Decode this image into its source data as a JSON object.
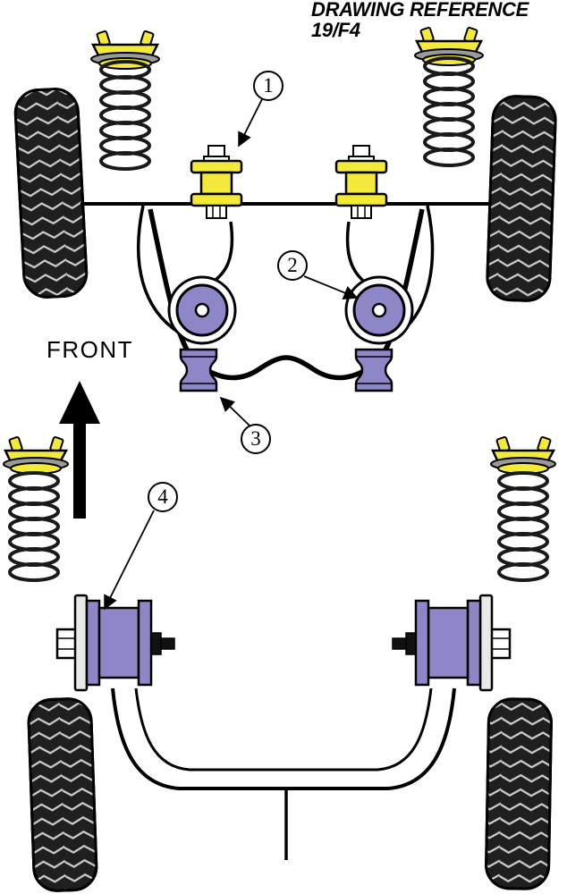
{
  "title": {
    "line1": "DRAWING REFERENCE",
    "line2": "19/F4"
  },
  "labels": {
    "front": "FRONT"
  },
  "callouts": [
    "1",
    "2",
    "3",
    "4"
  ],
  "colors": {
    "bushing_yellow": "#F2E93B",
    "bushing_purple": "#8D87C7",
    "metal_gray": "#9A9A9A",
    "plate_gray": "#E8E8E8",
    "tire_dark": "#1F1F1F",
    "line_black": "#000000"
  }
}
